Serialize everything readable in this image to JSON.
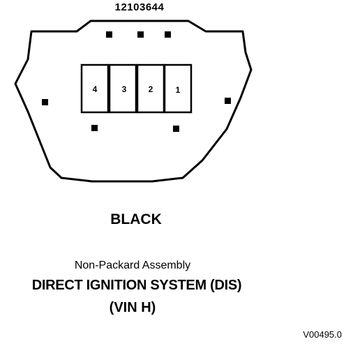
{
  "connector": {
    "part_number": "12103644",
    "terminals": [
      "4",
      "3",
      "2",
      "1"
    ],
    "color": "BLACK",
    "fill_color": "#000000",
    "background_color": "#ffffff"
  },
  "caption": {
    "subtitle": "Non-Packard Assembly",
    "title": "DIRECT IGNITION SYSTEM (DIS)",
    "variant": "(VIN H)"
  },
  "figure_code": "V00495.0"
}
